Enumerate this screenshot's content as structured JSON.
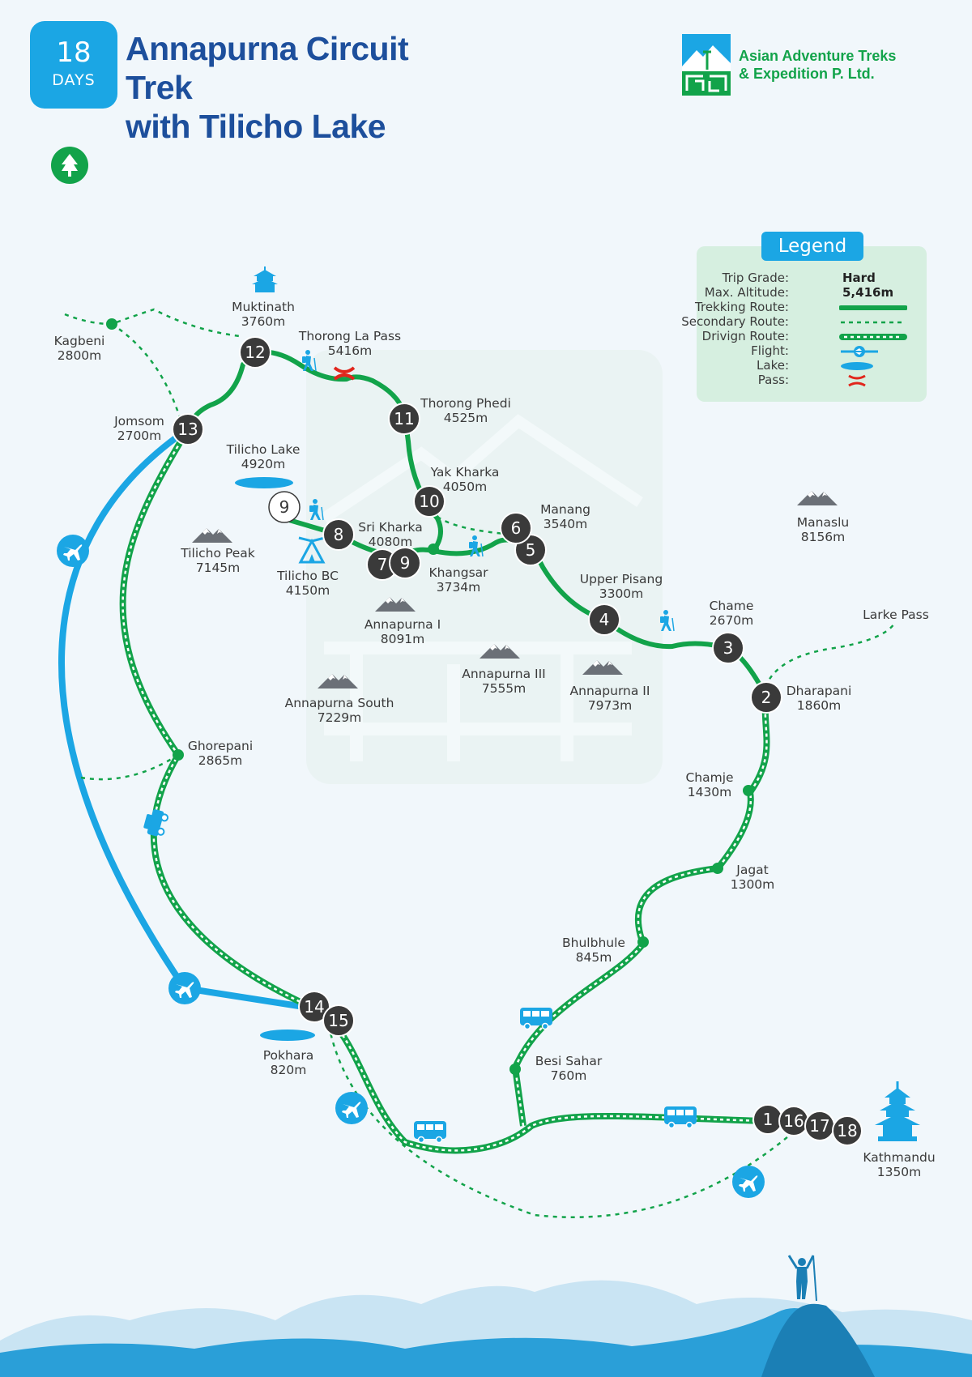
{
  "header": {
    "days_number": "18",
    "days_label": "DAYS",
    "title_line1": "Annapurna Circuit Trek",
    "title_line2": "with Tilicho Lake",
    "company_line1": "Asian Adventure Treks",
    "company_line2": "& Expedition P. Ltd."
  },
  "legend": {
    "title": "Legend",
    "trip_grade_label": "Trip Grade:",
    "trip_grade_value": "Hard",
    "max_altitude_label": "Max. Altitude:",
    "max_altitude_value": "5,416m",
    "trekking_route_label": "Trekking Route:",
    "secondary_route_label": "Secondary Route:",
    "driving_route_label": "Drivign Route:",
    "flight_label": "Flight:",
    "lake_label": "Lake:",
    "pass_label": "Pass:"
  },
  "colors": {
    "trek_green": "#12a34a",
    "flight_blue": "#1ba6e4",
    "title_blue": "#1d4f9c",
    "stop_dark": "#3a3a3a",
    "pass_red": "#e1261c",
    "mountain_grey": "#6b7077",
    "legend_bg": "#d6efe0"
  },
  "icons": [
    "tree-icon",
    "company-logo-icon",
    "mountain-icon",
    "hiker-icon",
    "tent-icon",
    "airplane-icon",
    "bus-icon",
    "jeep-icon",
    "temple-icon",
    "pagoda-icon",
    "pass-icon",
    "lake-icon",
    "climber-icon"
  ],
  "stops": [
    {
      "label": "1"
    },
    {
      "label": "2"
    },
    {
      "label": "3"
    },
    {
      "label": "4"
    },
    {
      "label": "5"
    },
    {
      "label": "6"
    },
    {
      "label": "7"
    },
    {
      "label": "8"
    },
    {
      "label": "9"
    },
    {
      "label": "9"
    },
    {
      "label": "10"
    },
    {
      "label": "11"
    },
    {
      "label": "12"
    },
    {
      "label": "13"
    },
    {
      "label": "14"
    },
    {
      "label": "15"
    },
    {
      "label": "16"
    },
    {
      "label": "17"
    },
    {
      "label": "18"
    }
  ],
  "places": [
    {
      "name": "Muktinath",
      "alt": "3760m"
    },
    {
      "name": "Thorong  La Pass",
      "alt": "5416m"
    },
    {
      "name": "Kagbeni",
      "alt": "2800m"
    },
    {
      "name": "Jomsom",
      "alt": "2700m"
    },
    {
      "name": "Thorong Phedi",
      "alt": "4525m"
    },
    {
      "name": "Tilicho Lake",
      "alt": "4920m"
    },
    {
      "name": "Yak Kharka",
      "alt": "4050m"
    },
    {
      "name": "Manang",
      "alt": "3540m"
    },
    {
      "name": "Sri Kharka",
      "alt": "4080m"
    },
    {
      "name": "Tilicho BC",
      "alt": "4150m"
    },
    {
      "name": "Khangsar",
      "alt": "3734m"
    },
    {
      "name": "Upper Pisang",
      "alt": "3300m"
    },
    {
      "name": "Chame",
      "alt": "2670m"
    },
    {
      "name": "Larke Pass",
      "alt": ""
    },
    {
      "name": "Dharapani",
      "alt": "1860m"
    },
    {
      "name": "Chamje",
      "alt": "1430m"
    },
    {
      "name": "Jagat",
      "alt": "1300m"
    },
    {
      "name": "Bhulbhule",
      "alt": "845m"
    },
    {
      "name": "Besi Sahar",
      "alt": "760m"
    },
    {
      "name": "Ghorepani",
      "alt": "2865m"
    },
    {
      "name": "Pokhara",
      "alt": "820m"
    },
    {
      "name": "Kathmandu",
      "alt": "1350m"
    }
  ],
  "peaks": [
    {
      "name": "Manaslu",
      "alt": "8156m"
    },
    {
      "name": "Tilicho Peak",
      "alt": "7145m"
    },
    {
      "name": "Annapurna I",
      "alt": "8091m"
    },
    {
      "name": "Annapurna III",
      "alt": "7555m"
    },
    {
      "name": "Annapurna II",
      "alt": "7973m"
    },
    {
      "name": "Annapurna South",
      "alt": "7229m"
    }
  ]
}
